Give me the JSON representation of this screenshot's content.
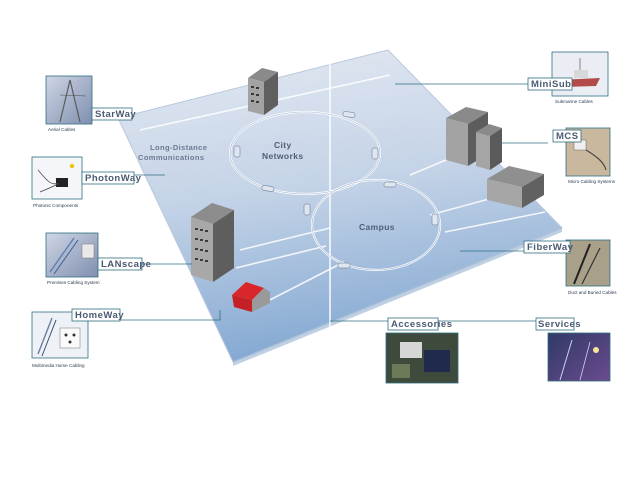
{
  "left_panels": [
    {
      "label": "StarWay",
      "caption": "Aerial Cables"
    },
    {
      "label": "PhotonWay",
      "caption": "Photonic Components"
    },
    {
      "label": "LANscape",
      "caption": "Premises Cabling System"
    },
    {
      "label": "HomeWay",
      "caption": "Multimedia Home Cabling"
    }
  ],
  "right_panels": [
    {
      "label": "MiniSub",
      "caption": "Submarine Cables"
    },
    {
      "label": "MCS",
      "caption": "Micro Cabling Systems"
    },
    {
      "label": "FiberWay",
      "caption": "Duct and Buried Cables"
    }
  ],
  "bottom_panels": [
    {
      "label": "Accessories"
    },
    {
      "label": "Services"
    }
  ],
  "plane_labels": {
    "long_distance_line1": "Long-Distance",
    "long_distance_line2": "Communications",
    "city_line1": "City",
    "city_line2": "Networks",
    "campus": "Campus"
  },
  "colors": {
    "plane_top": "#cfd8e8",
    "plane_bottom": "#8fb0d6",
    "connector": "#2f6f7f",
    "label_text": "#4a5a72"
  }
}
